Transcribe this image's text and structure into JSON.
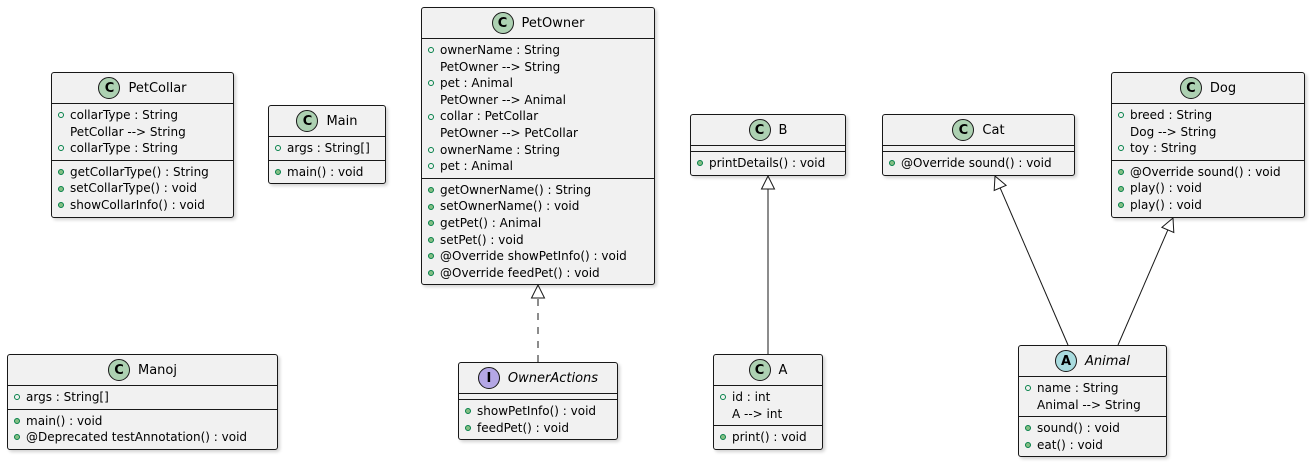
{
  "classes": [
    {
      "id": "PetCollar",
      "stereotype": "C",
      "name": "PetCollar",
      "italic": false,
      "attributes": [
        {
          "vis": true,
          "text": "collarType : String"
        },
        {
          "vis": false,
          "text": "PetCollar --> String"
        },
        {
          "vis": true,
          "text": "collarType : String"
        }
      ],
      "methods": [
        {
          "vis": true,
          "text": "getCollarType() : String"
        },
        {
          "vis": true,
          "text": "setCollarType() : void"
        },
        {
          "vis": true,
          "text": "showCollarInfo() : void"
        }
      ]
    },
    {
      "id": "Main",
      "stereotype": "C",
      "name": "Main",
      "italic": false,
      "attributes": [
        {
          "vis": true,
          "text": "args : String[]"
        }
      ],
      "methods": [
        {
          "vis": true,
          "text": "main() : void"
        }
      ]
    },
    {
      "id": "PetOwner",
      "stereotype": "C",
      "name": "PetOwner",
      "italic": false,
      "attributes": [
        {
          "vis": true,
          "text": "ownerName : String"
        },
        {
          "vis": false,
          "text": "PetOwner --> String"
        },
        {
          "vis": true,
          "text": "pet : Animal"
        },
        {
          "vis": false,
          "text": "PetOwner --> Animal"
        },
        {
          "vis": true,
          "text": "collar : PetCollar"
        },
        {
          "vis": false,
          "text": "PetOwner --> PetCollar"
        },
        {
          "vis": true,
          "text": "ownerName : String"
        },
        {
          "vis": true,
          "text": "pet : Animal"
        }
      ],
      "methods": [
        {
          "vis": true,
          "text": "getOwnerName() : String"
        },
        {
          "vis": true,
          "text": "setOwnerName() : void"
        },
        {
          "vis": true,
          "text": "getPet() : Animal"
        },
        {
          "vis": true,
          "text": "setPet() : void"
        },
        {
          "vis": true,
          "text": "@Override showPetInfo() : void"
        },
        {
          "vis": true,
          "text": "@Override feedPet() : void"
        }
      ]
    },
    {
      "id": "B",
      "stereotype": "C",
      "name": "B",
      "italic": false,
      "attributes": [],
      "methods": [
        {
          "vis": true,
          "text": "printDetails() : void"
        }
      ]
    },
    {
      "id": "Cat",
      "stereotype": "C",
      "name": "Cat",
      "italic": false,
      "attributes": [],
      "methods": [
        {
          "vis": true,
          "text": "@Override sound() : void"
        }
      ]
    },
    {
      "id": "Dog",
      "stereotype": "C",
      "name": "Dog",
      "italic": false,
      "attributes": [
        {
          "vis": true,
          "text": "breed : String"
        },
        {
          "vis": false,
          "text": "Dog --> String"
        },
        {
          "vis": true,
          "text": "toy : String"
        }
      ],
      "methods": [
        {
          "vis": true,
          "text": "@Override sound() : void"
        },
        {
          "vis": true,
          "text": "play() : void"
        },
        {
          "vis": true,
          "text": "play() : void"
        }
      ]
    },
    {
      "id": "Manoj",
      "stereotype": "C",
      "name": "Manoj",
      "italic": false,
      "attributes": [
        {
          "vis": true,
          "text": "args : String[]"
        }
      ],
      "methods": [
        {
          "vis": true,
          "text": "main() : void"
        },
        {
          "vis": true,
          "text": "@Deprecated testAnnotation() : void"
        }
      ]
    },
    {
      "id": "OwnerActions",
      "stereotype": "I",
      "name": "OwnerActions",
      "italic": true,
      "attributes": [],
      "methods": [
        {
          "vis": true,
          "text": "showPetInfo() : void"
        },
        {
          "vis": true,
          "text": "feedPet() : void"
        }
      ]
    },
    {
      "id": "A",
      "stereotype": "C",
      "name": "A",
      "italic": false,
      "attributes": [
        {
          "vis": true,
          "text": "id : int"
        },
        {
          "vis": false,
          "text": "A --> int"
        }
      ],
      "methods": [
        {
          "vis": true,
          "text": "print() : void"
        }
      ]
    },
    {
      "id": "Animal",
      "stereotype": "A",
      "name": "Animal",
      "italic": true,
      "attributes": [
        {
          "vis": true,
          "text": "name : String"
        },
        {
          "vis": false,
          "text": "Animal --> String"
        }
      ],
      "methods": [
        {
          "vis": true,
          "text": "sound() : void"
        },
        {
          "vis": true,
          "text": "eat() : void"
        }
      ]
    }
  ],
  "relations": [
    {
      "from": "OwnerActions",
      "to": "PetOwner",
      "kind": "realization"
    },
    {
      "from": "A",
      "to": "B",
      "kind": "generalization"
    },
    {
      "from": "Animal",
      "to": "Cat",
      "kind": "generalization"
    },
    {
      "from": "Animal",
      "to": "Dog",
      "kind": "generalization"
    }
  ]
}
